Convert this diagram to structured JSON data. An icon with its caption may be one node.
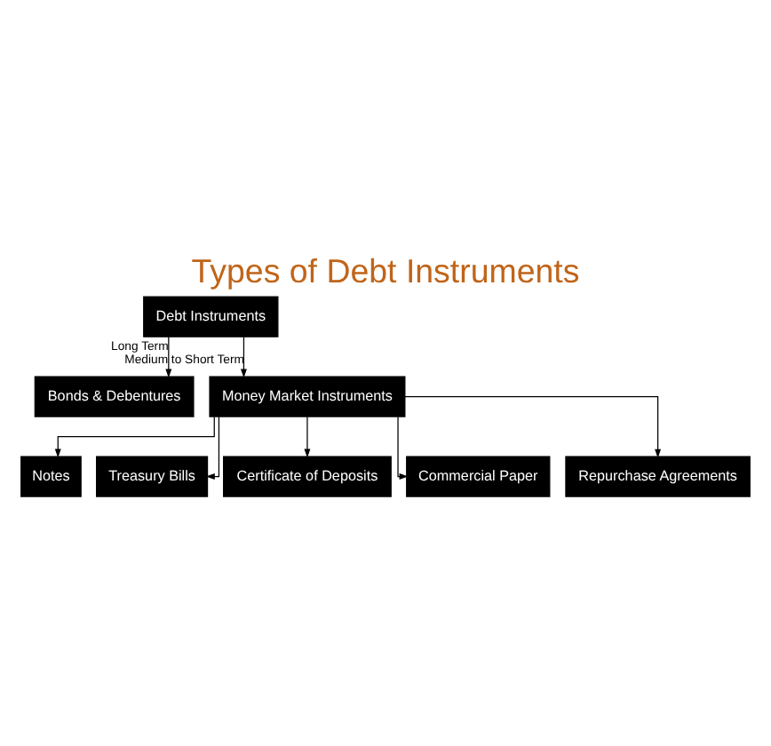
{
  "diagram": {
    "title": "Types of Debt Instruments",
    "nodes": [
      {
        "text": [
          "Debt Instruments"
        ]
      },
      {
        "text": [
          "Bonds & Debentures"
        ]
      },
      {
        "text": [
          "Money Market Instruments"
        ]
      },
      {
        "text": [
          "Notes"
        ]
      },
      {
        "text": [
          "Treasury Bills"
        ]
      },
      {
        "text": [
          "Certificate of Deposits"
        ]
      },
      {
        "text": [
          "Commercial Paper"
        ]
      },
      {
        "text": [
          "Repurchase Agreements"
        ]
      }
    ],
    "edges": [
      {
        "from": 0,
        "to": 1,
        "arrow": "to",
        "label": "Long Term"
      },
      {
        "from": 0,
        "to": 2,
        "arrow": "to",
        "label": "Medium to Short Term"
      },
      {
        "from": 2,
        "to": 3,
        "arrow": "to"
      },
      {
        "from": 2,
        "to": 4,
        "arrow": "to"
      },
      {
        "from": 2,
        "to": 5,
        "arrow": "to"
      },
      {
        "from": 2,
        "to": 6,
        "arrow": "to"
      },
      {
        "from": 2,
        "to": 7,
        "arrow": "to"
      }
    ]
  }
}
